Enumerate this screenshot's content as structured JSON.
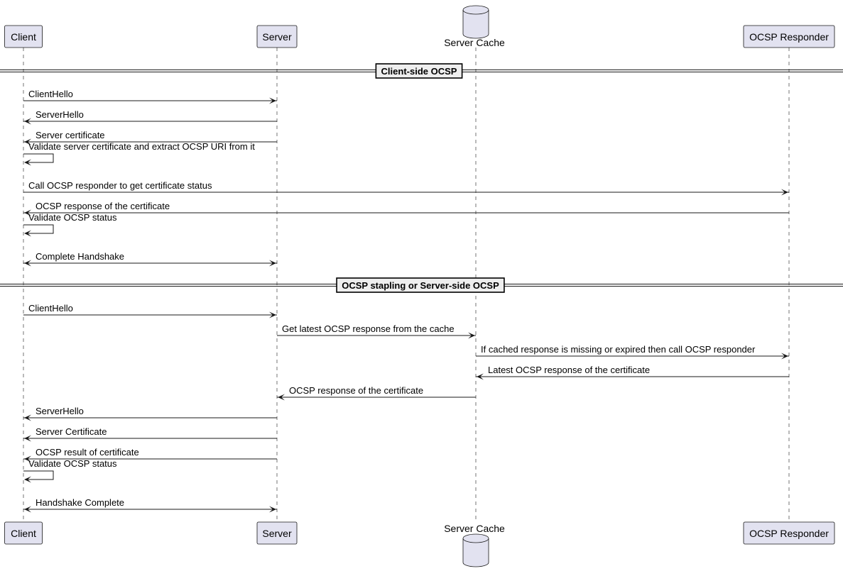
{
  "participants": [
    {
      "id": "client",
      "label": "Client",
      "shape": "box"
    },
    {
      "id": "server",
      "label": "Server",
      "shape": "box"
    },
    {
      "id": "cache",
      "label": "Server Cache",
      "shape": "database"
    },
    {
      "id": "ocsp",
      "label": "OCSP Responder",
      "shape": "box"
    }
  ],
  "sections": [
    {
      "title": "Client-side OCSP",
      "messages": [
        {
          "from": "client",
          "to": "server",
          "label": "ClientHello"
        },
        {
          "from": "server",
          "to": "client",
          "label": "ServerHello"
        },
        {
          "from": "server",
          "to": "client",
          "label": "Server certificate"
        },
        {
          "from": "client",
          "to": "client",
          "label": "Validate server certificate and extract OCSP URI from it"
        },
        {
          "from": "client",
          "to": "ocsp",
          "label": "Call OCSP responder to get certificate status"
        },
        {
          "from": "ocsp",
          "to": "client",
          "label": "OCSP response of the certificate"
        },
        {
          "from": "client",
          "to": "client",
          "label": "Validate OCSP status"
        },
        {
          "from": "client",
          "to": "server",
          "label": "Complete Handshake",
          "bidirectional": true
        }
      ]
    },
    {
      "title": "OCSP stapling or Server-side OCSP",
      "messages": [
        {
          "from": "client",
          "to": "server",
          "label": "ClientHello"
        },
        {
          "from": "server",
          "to": "cache",
          "label": "Get latest OCSP response from the cache"
        },
        {
          "from": "cache",
          "to": "ocsp",
          "label": "If cached response is missing or expired then call OCSP responder"
        },
        {
          "from": "ocsp",
          "to": "cache",
          "label": "Latest OCSP response of the certificate"
        },
        {
          "from": "cache",
          "to": "server",
          "label": "OCSP response of the certificate"
        },
        {
          "from": "server",
          "to": "client",
          "label": "ServerHello"
        },
        {
          "from": "server",
          "to": "client",
          "label": "Server Certificate"
        },
        {
          "from": "server",
          "to": "client",
          "label": "OCSP result of certificate"
        },
        {
          "from": "client",
          "to": "client",
          "label": "Validate OCSP status"
        },
        {
          "from": "client",
          "to": "server",
          "label": "Handshake Complete",
          "bidirectional": true
        }
      ]
    }
  ]
}
